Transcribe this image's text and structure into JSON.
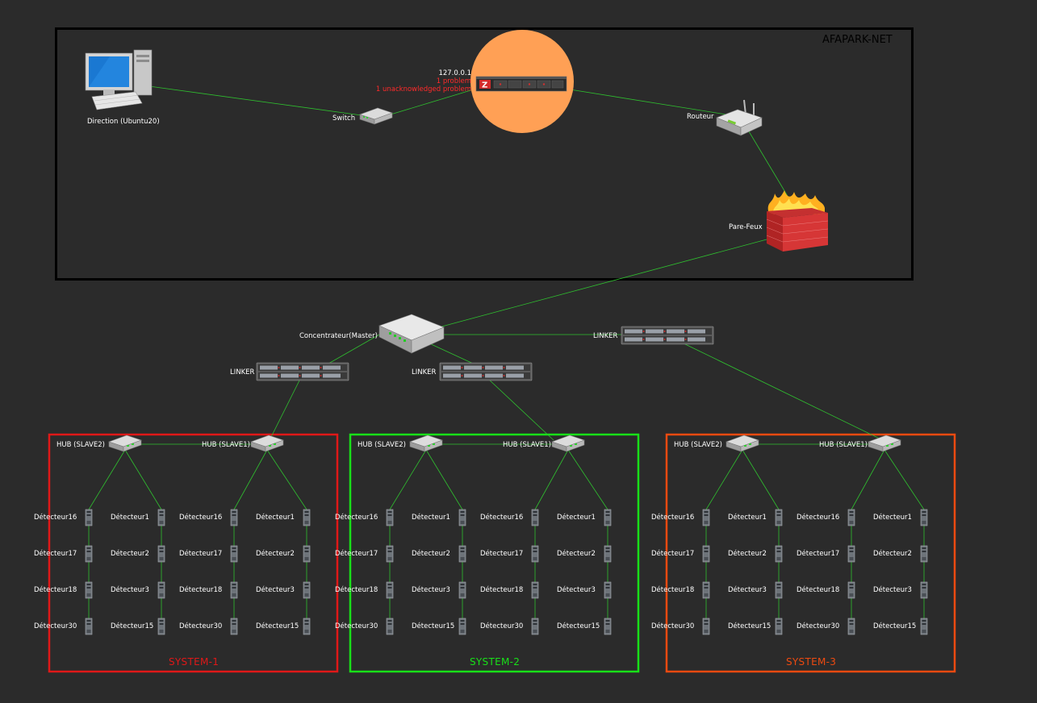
{
  "map_title": "AFAPARK-NET",
  "colors": {
    "background": "#2b2b2b",
    "link": "#2fbf2f",
    "frame_main": "#000000",
    "system1": "#e01818",
    "system2": "#18e018",
    "system3": "#ee4a10",
    "problem": "#ff2a2a",
    "problem_halo": "#ffa055"
  },
  "zabbix_server": {
    "ip": "127.0.0.1",
    "problems": "1 problem",
    "unack": "1 unacknowledged problem",
    "icon": "zabbix-server-icon"
  },
  "hosts": {
    "direction": "Direction (Ubuntu20)",
    "switch": "Switch",
    "routeur": "Routeur",
    "firewall": "Pare-Feux",
    "concentrateur": "Concentrateur(Master)",
    "linker": "LINKER"
  },
  "systems": [
    {
      "name": "SYSTEM-1",
      "hub2": "HUB (SLAVE2)",
      "hub1": "HUB (SLAVE1)",
      "columns": [
        [
          "Détecteur16",
          "Détecteur17",
          "Détecteur18",
          "Détecteur30"
        ],
        [
          "Détecteur1",
          "Détecteur2",
          "Détecteur3",
          "Détecteur15"
        ],
        [
          "Détecteur16",
          "Détecteur17",
          "Détecteur18",
          "Détecteur30"
        ],
        [
          "Détecteur1",
          "Détecteur2",
          "Détecteur3",
          "Détecteur15"
        ]
      ]
    },
    {
      "name": "SYSTEM-2",
      "hub2": "HUB (SLAVE2)",
      "hub1": "HUB (SLAVE1)",
      "columns": [
        [
          "Détecteur16",
          "Détecteur17",
          "Détecteur18",
          "Détecteur30"
        ],
        [
          "Détecteur1",
          "Détecteur2",
          "Détecteur3",
          "Détecteur15"
        ],
        [
          "Détecteur16",
          "Détecteur17",
          "Détecteur18",
          "Détecteur30"
        ],
        [
          "Détecteur1",
          "Détecteur2",
          "Détecteur3",
          "Détecteur15"
        ]
      ]
    },
    {
      "name": "SYSTEM-3",
      "hub2": "HUB (SLAVE2)",
      "hub1": "HUB (SLAVE1)",
      "columns": [
        [
          "Détecteur16",
          "Détecteur17",
          "Détecteur18",
          "Détecteur30"
        ],
        [
          "Détecteur1",
          "Détecteur2",
          "Détecteur3",
          "Détecteur15"
        ],
        [
          "Détecteur16",
          "Détecteur17",
          "Détecteur18",
          "Détecteur30"
        ],
        [
          "Détecteur1",
          "Détecteur2",
          "Détecteur3",
          "Détecteur15"
        ]
      ]
    }
  ]
}
